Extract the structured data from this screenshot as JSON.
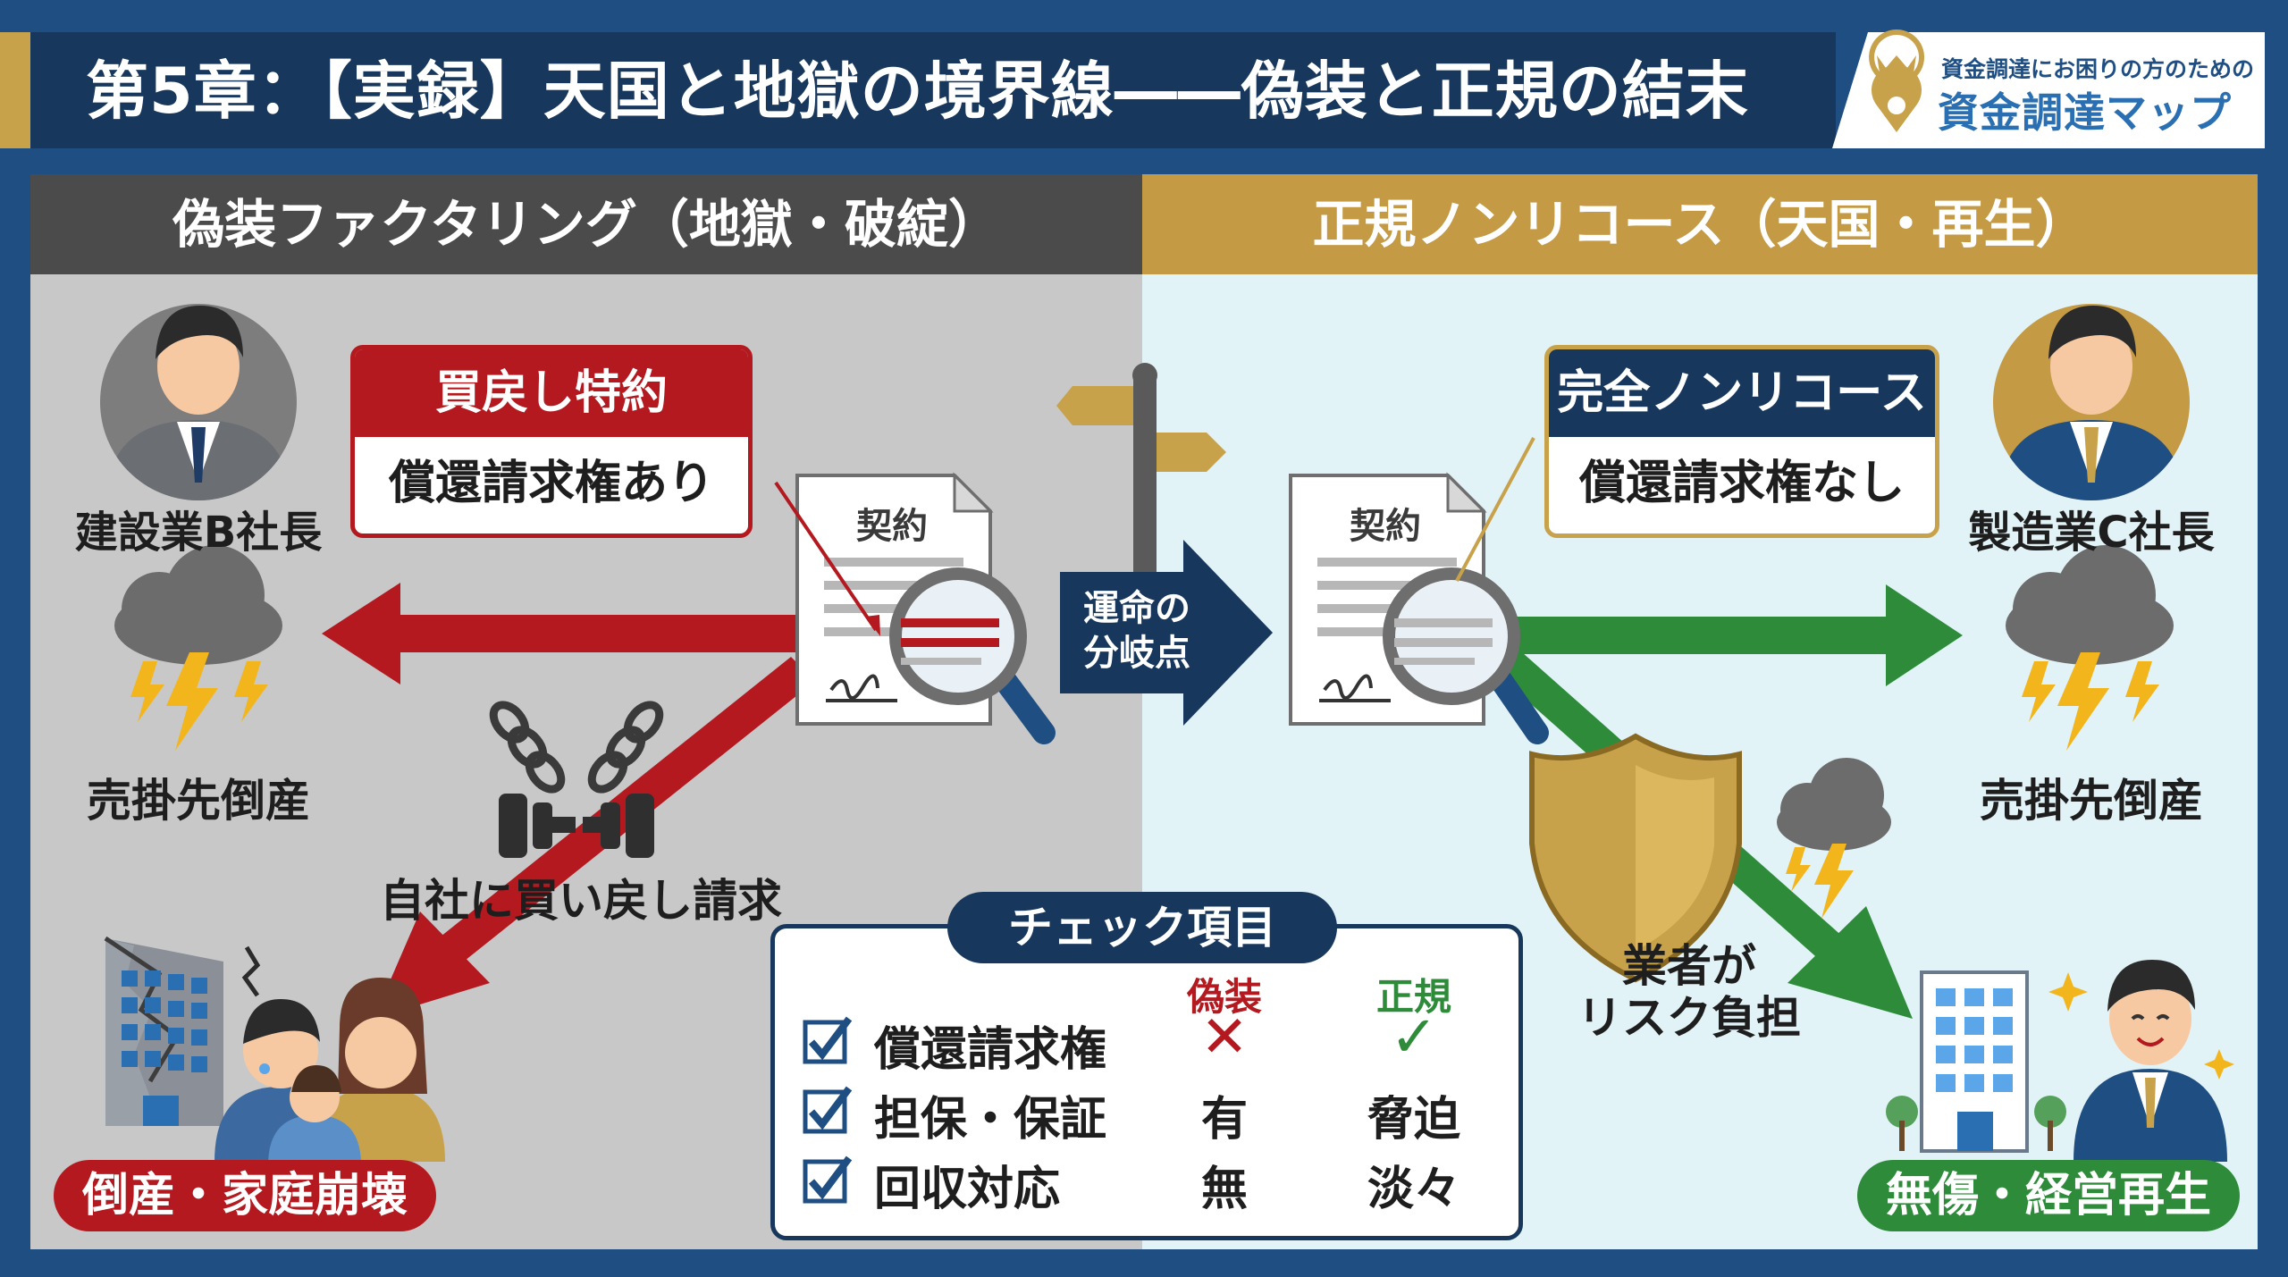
{
  "header": {
    "title": "第5章：【実録】天国と地獄の境界線――偽装と正規の結末",
    "logo_sub": "資金調達にお困りの方のための",
    "logo_main": "資金調達マップ"
  },
  "left": {
    "band": "偽装ファクタリング（地獄・破綻）",
    "person": "建設業B社長",
    "callout_head": "買戻し特約",
    "callout_body": "償還請求権あり",
    "storm": "売掛先倒産",
    "chain_label": "自社に買い戻し請求",
    "result": "倒産・家庭崩壊"
  },
  "center": {
    "doc_label": "契約",
    "doc_label_right": "契約",
    "crossroad": "運命の\n分岐点"
  },
  "right": {
    "band": "正規ノンリコース（天国・再生）",
    "person": "製造業C社長",
    "callout_head": "完全ノンリコース",
    "callout_body": "償還請求権なし",
    "storm": "売掛先倒産",
    "shield_label": "業者が\nリスク負担",
    "result": "無傷・経営再生"
  },
  "checklist": {
    "title": "チェック項目",
    "col_fake": "偽装",
    "col_legit": "正規",
    "rows": [
      {
        "label": "償還請求権",
        "fake": "✕",
        "legit": "✓"
      },
      {
        "label": "担保・保証",
        "fake": "有",
        "legit": "脅迫"
      },
      {
        "label": "回収対応",
        "fake": "無",
        "legit": "淡々"
      }
    ]
  },
  "colors": {
    "navy": "#17375d",
    "gold": "#c8a24a",
    "red": "#b3191f",
    "green": "#2e8b3a",
    "left_bg": "#c8c8c8",
    "right_bg": "#e2f3f8"
  }
}
